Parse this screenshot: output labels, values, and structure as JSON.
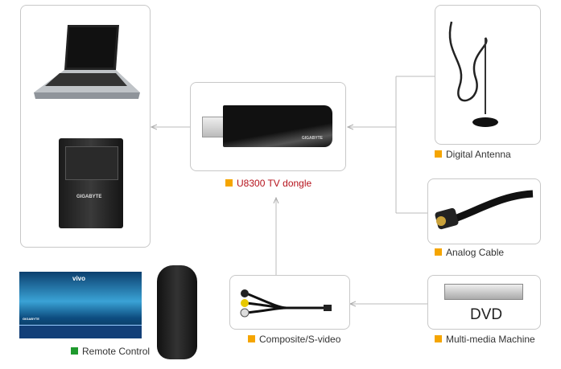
{
  "labels": {
    "dongle": "U8300 TV dongle",
    "antenna": "Digital Antenna",
    "analog": "Analog Cable",
    "dvd": "Multi-media Machine",
    "composite": "Composite/S-video",
    "remote": "Remote Control"
  },
  "product_text": {
    "brand": "GIGABYTE",
    "dvd": "DVD",
    "vivo": "vivo"
  },
  "colors": {
    "bullet_orange": "#f5a500",
    "bullet_green": "#1f9a2e",
    "dongle_label": "#b5121b"
  }
}
